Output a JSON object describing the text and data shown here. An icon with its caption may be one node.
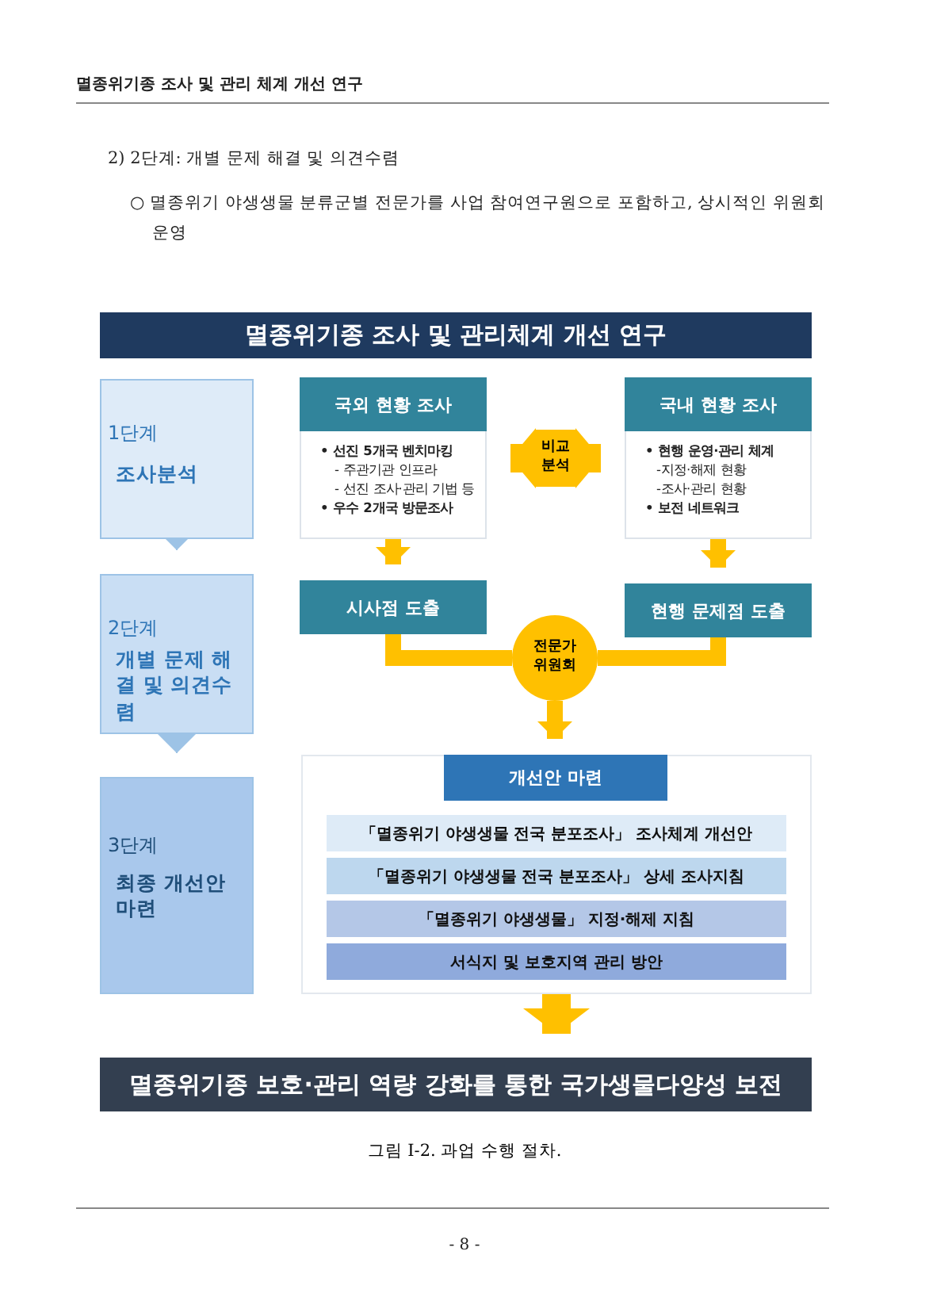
{
  "diagram": {
    "title": "멸종위기종 조사 및 관리체계 개선 연구",
    "caption": "그림 Ⅰ-2. 과업 수행 절차.",
    "nodes": [
      {
        "text": [
          "1단계",
          "조사분석"
        ]
      },
      {
        "text": [
          "2단계",
          "개별 문제 해결 및 의견수렴"
        ]
      },
      {
        "text": [
          "3단계",
          "최종 개선안 마련"
        ]
      },
      {
        "text": [
          "국외 현황 조사",
          "• 선진 5개국 벤치마킹",
          "- 주관기관 인프라",
          "- 선진 조사·관리 기법 등",
          "• 우수 2개국 방문조사"
        ]
      },
      {
        "text": [
          "국내 현황 조사",
          "• 현행 운영·관리 체계",
          "-지정·해제 현황",
          "-조사·관리 현황",
          "• 보전 네트워크"
        ]
      },
      {
        "text": [
          "시사점 도출"
        ]
      },
      {
        "text": [
          "현행 문제점 도출"
        ]
      },
      {
        "text": [
          "전문가 위원회"
        ]
      },
      {
        "text": [
          "개선안 마련"
        ]
      },
      {
        "text": [
          "「멸종위기 야생생물 전국 분포조사」 조사체계 개선안"
        ],
        "in": 8
      },
      {
        "text": [
          "「멸종위기 야생생물 전국 분포조사」 상세 조사지침"
        ],
        "in": 8
      },
      {
        "text": [
          "「멸종위기 야생생물」 지정·해제 지침"
        ],
        "in": 8
      },
      {
        "text": [
          "서식지 및 보호지역 관리 방안"
        ],
        "in": 8
      },
      {
        "text": [
          "멸종위기종 보호·관리 역량 강화를 통한 국가생물다양성 보전"
        ]
      }
    ],
    "edges": [
      {
        "from": 0,
        "to": 1,
        "arrow": "to",
        "color": "#9dc3e6"
      },
      {
        "from": 1,
        "to": 2,
        "arrow": "to",
        "color": "#9dc3e6"
      },
      {
        "from": 3,
        "to": 4,
        "arrow": "both",
        "label": "비교 분석",
        "style": "thick"
      },
      {
        "from": 3,
        "to": 5,
        "arrow": "to"
      },
      {
        "from": 4,
        "to": 6,
        "arrow": "to"
      },
      {
        "from": 5,
        "to": 7,
        "arrow": "none"
      },
      {
        "from": 6,
        "to": 7,
        "arrow": "none"
      },
      {
        "from": 7,
        "to": 8,
        "arrow": "to"
      },
      {
        "from": 8,
        "to": 13,
        "arrow": "to",
        "style": "thick"
      }
    ],
    "labels": [
      "멸종위기종 조사 및 관리 체계 개선 연구",
      "2) 2단계: 개별 문제 해결 및 의견수렴",
      "○ 멸종위기 야생생물 분류군별 전문가를 사업 참여연구원으로 포함하고, 상시적인 위원회 운영",
      "- 8 -"
    ]
  }
}
